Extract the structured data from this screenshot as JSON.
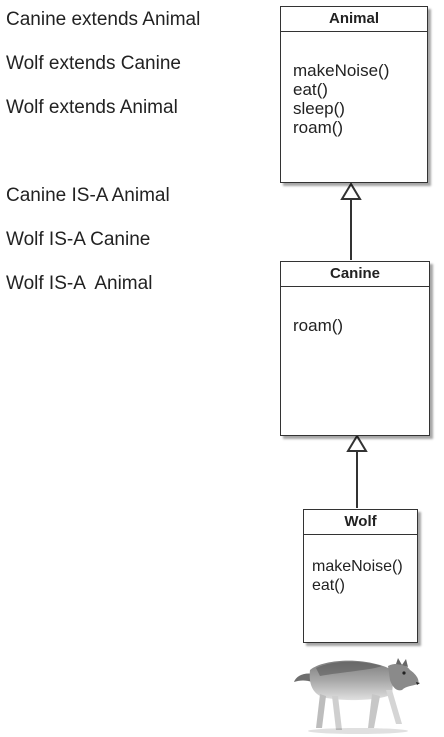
{
  "statements": {
    "extends": [
      "Canine extends Animal",
      "Wolf extends Canine",
      "Wolf extends Animal"
    ],
    "is_a": [
      "Canine IS-A Animal",
      "Wolf IS-A Canine",
      "Wolf IS-A  Animal"
    ]
  },
  "classes": {
    "animal": {
      "name": "Animal",
      "methods": [
        "makeNoise()",
        "eat()",
        "sleep()",
        "roam()"
      ]
    },
    "canine": {
      "name": "Canine",
      "methods": [
        "roam()"
      ]
    },
    "wolf": {
      "name": "Wolf",
      "methods": [
        "makeNoise()",
        "eat()"
      ]
    }
  },
  "relationships": [
    {
      "from": "canine",
      "to": "animal",
      "type": "inheritance"
    },
    {
      "from": "wolf",
      "to": "canine",
      "type": "inheritance"
    }
  ],
  "image": {
    "subject": "wolf-photo"
  }
}
